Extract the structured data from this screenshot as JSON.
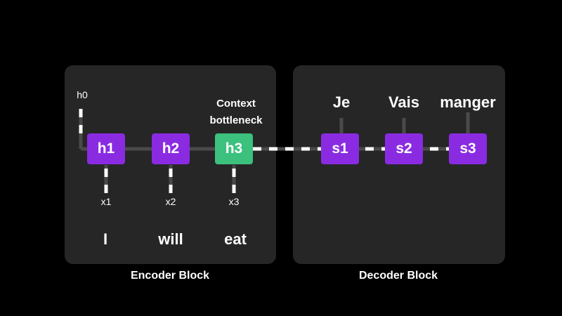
{
  "encoder": {
    "title": "Encoder Block",
    "initial_state": "h0",
    "hidden_states": [
      "h1",
      "h2",
      "h3"
    ],
    "inputs": [
      "x1",
      "x2",
      "x3"
    ],
    "words": [
      "I",
      "will",
      "eat"
    ],
    "context_label_line1": "Context",
    "context_label_line2": "bottleneck"
  },
  "decoder": {
    "title": "Decoder Block",
    "states": [
      "s1",
      "s2",
      "s3"
    ],
    "outputs": [
      "Je",
      "Vais",
      "manger"
    ]
  },
  "colors": {
    "background": "#000000",
    "panel": "#262626",
    "node_purple": "#8a2be2",
    "node_context_green": "#3cc07e",
    "solid_wire": "#4a4a4a",
    "dashed_wire": "#ffffff"
  }
}
